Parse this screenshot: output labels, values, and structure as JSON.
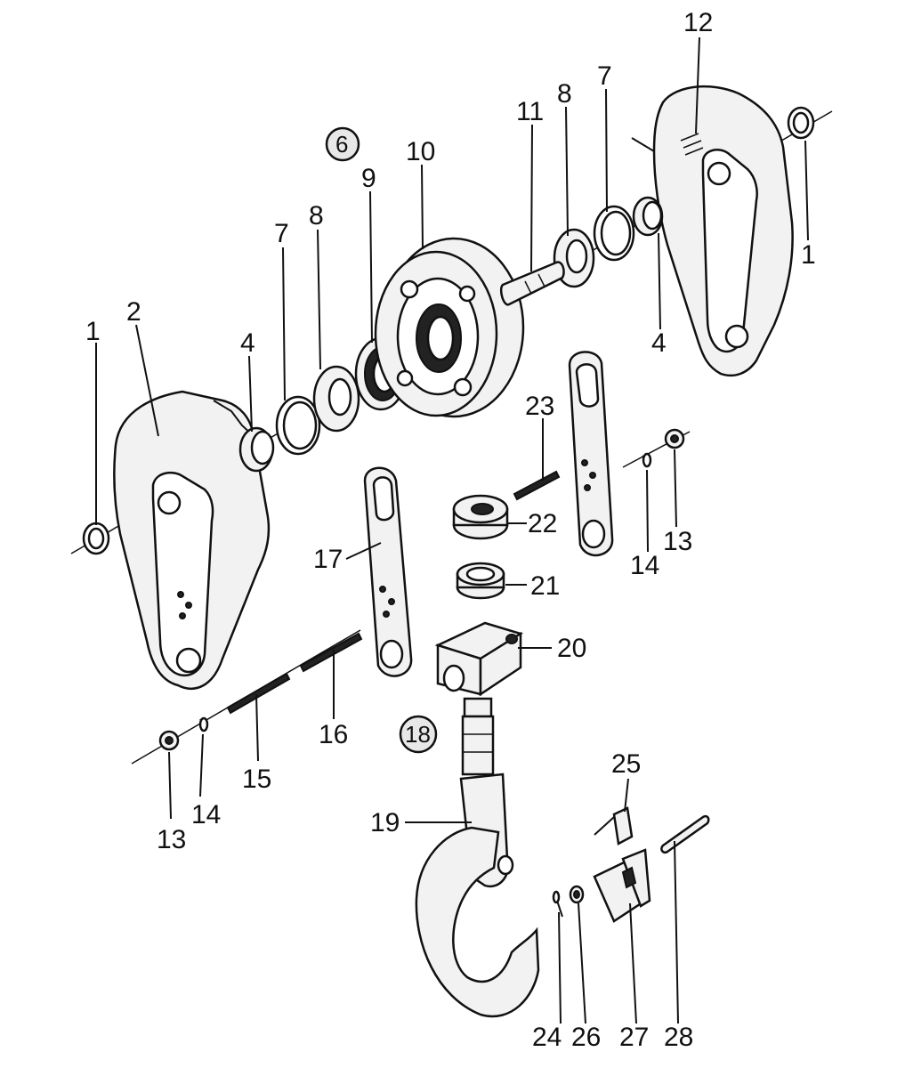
{
  "callouts": {
    "c1_left": "1",
    "c1_right": "1",
    "c2": "2",
    "c4_left": "4",
    "c4_right": "4",
    "c6": "6",
    "c7_left": "7",
    "c7_right": "7",
    "c8_left": "8",
    "c8_right": "8",
    "c9": "9",
    "c10": "10",
    "c11": "11",
    "c12": "12",
    "c13_left": "13",
    "c13_right": "13",
    "c14_left": "14",
    "c14_right": "14",
    "c15": "15",
    "c16": "16",
    "c17": "17",
    "c18": "18",
    "c19": "19",
    "c20": "20",
    "c21": "21",
    "c22": "22",
    "c23": "23",
    "c24": "24",
    "c25": "25",
    "c26": "26",
    "c27": "27",
    "c28": "28"
  }
}
